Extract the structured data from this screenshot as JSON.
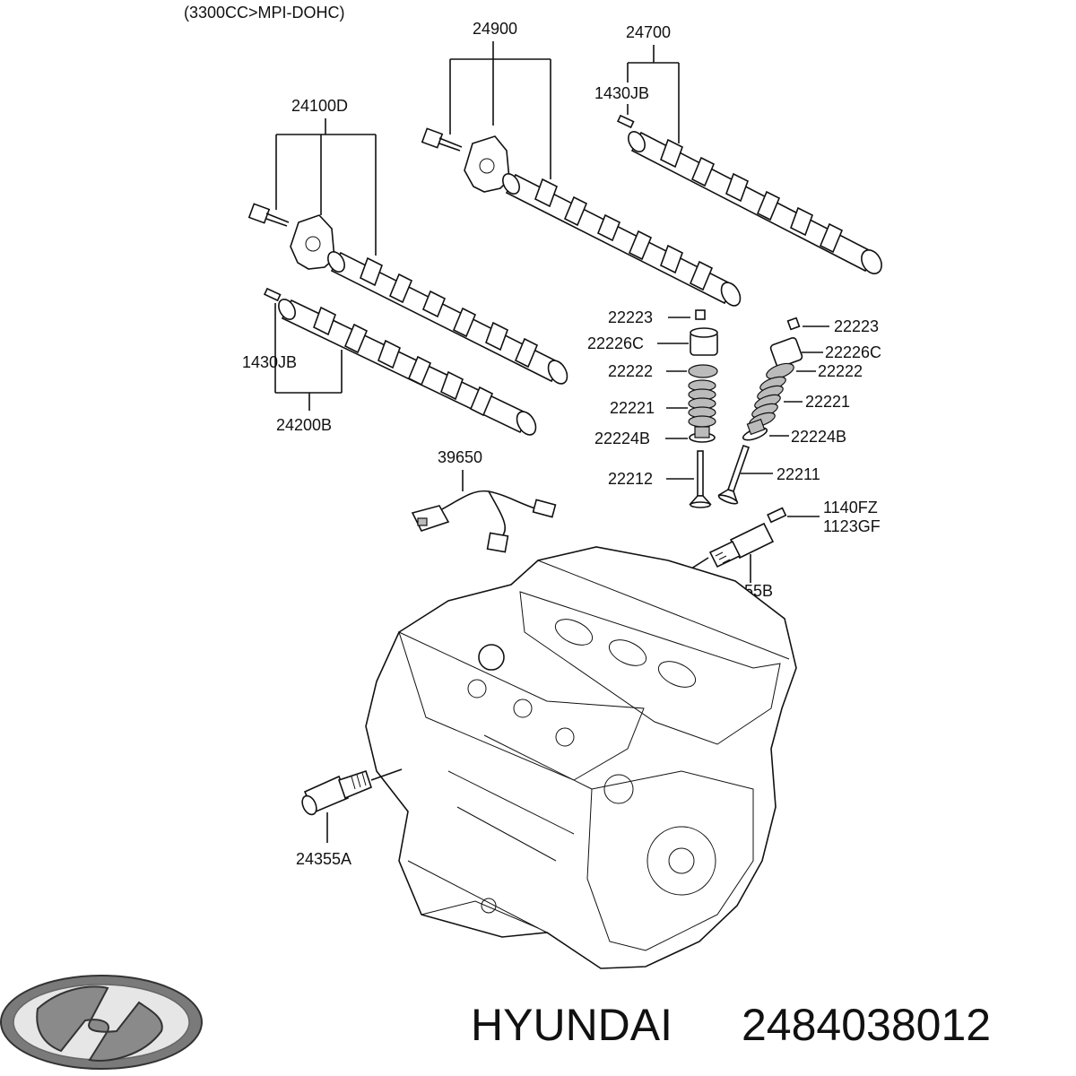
{
  "header": {
    "engine_note": "(3300CC>MPI-DOHC)"
  },
  "parts": {
    "p24900": "24900",
    "p24700": "24700",
    "p1430jb_top": "1430JB",
    "p24100d": "24100D",
    "p1430jb_left": "1430JB",
    "p24200b": "24200B",
    "p22223_l": "22223",
    "p22226c_l": "22226C",
    "p22222_l": "22222",
    "p22221_l": "22221",
    "p22224b_l": "22224B",
    "p22212": "22212",
    "p22223_r": "22223",
    "p22226c_r": "22226C",
    "p22222_r": "22222",
    "p22221_r": "22221",
    "p22224b_r": "22224B",
    "p22211": "22211",
    "p39650": "39650",
    "p1140fz": "1140FZ",
    "p1123gf": "1123GF",
    "p24355b": "24355B",
    "p24355a": "24355A"
  },
  "footer": {
    "brand": "HYUNDAI",
    "part_number": "2484038012"
  }
}
